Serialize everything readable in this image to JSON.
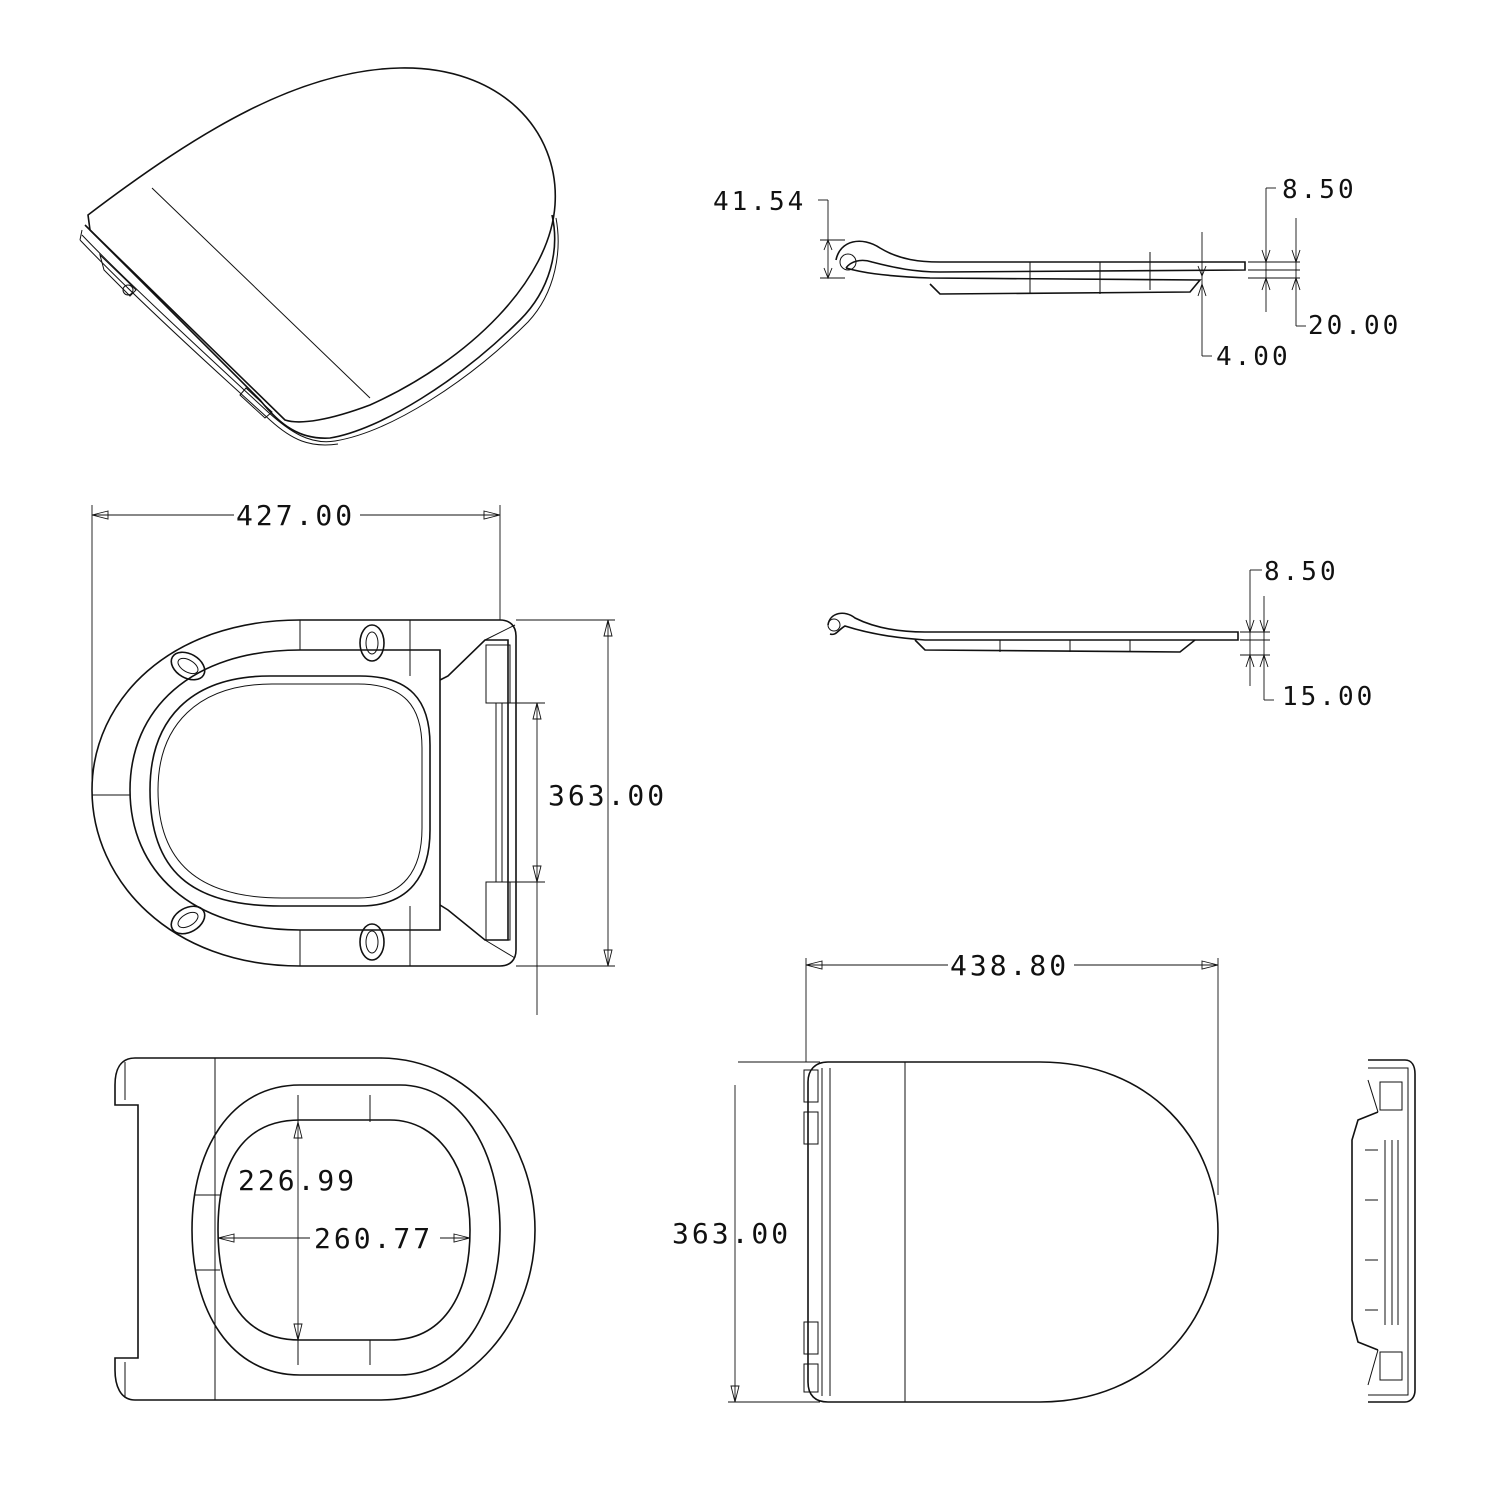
{
  "dimensions": {
    "side_height": "41.54",
    "side_top_offset": "8.50",
    "side_lid_thickness": "20.00",
    "side_gap": "4.00",
    "seat_top_offset": "8.50",
    "seat_thickness": "15.00",
    "top_width": "427.00",
    "top_depth": "363.00",
    "lid_width": "438.80",
    "lid_depth": "363.00",
    "opening_length": "226.99",
    "opening_width": "260.77"
  }
}
